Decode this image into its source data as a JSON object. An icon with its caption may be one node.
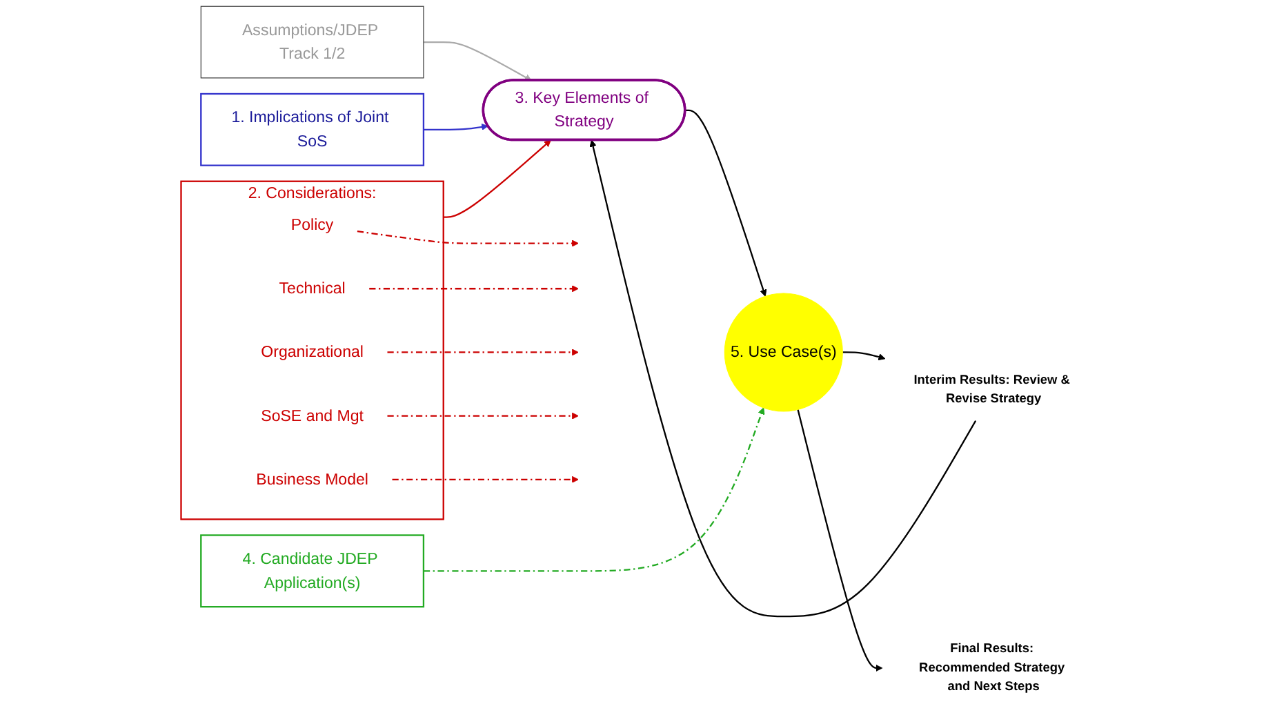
{
  "diagram": {
    "nodes": [
      {
        "text": [
          "Assumptions/JDEP Track 1/2"
        ]
      },
      {
        "text": [
          "1. Implications of Joint SoS"
        ]
      },
      {
        "text": [
          "3. Key Elements of Strategy"
        ]
      },
      {
        "text": [
          "2. Considerations:"
        ]
      },
      {
        "text": [
          "Policy"
        ],
        "in": 3
      },
      {
        "text": [
          "Technical"
        ],
        "in": 3
      },
      {
        "text": [
          "Organizational"
        ],
        "in": 3
      },
      {
        "text": [
          "SoSE and Mgt"
        ],
        "in": 3
      },
      {
        "text": [
          "Business Model"
        ],
        "in": 3
      },
      {
        "text": [
          "5. Use Case(s)"
        ]
      },
      {
        "text": [
          "Interim Results: Review & Revise Strategy"
        ]
      },
      {
        "text": [
          "4. Candidate JDEP Application(s)"
        ]
      },
      {
        "text": [
          "Final Results: Recommended Strategy and Next Steps"
        ]
      }
    ],
    "edges": [
      {
        "from": 0,
        "to": 2,
        "arrow": "to",
        "color": "#aaaaaa"
      },
      {
        "from": 1,
        "to": 2,
        "arrow": "to",
        "color": "#3333cc"
      },
      {
        "from": 3,
        "to": 2,
        "arrow": "to",
        "color": "#cc0000"
      },
      {
        "from": 2,
        "to": 9,
        "arrow": "to",
        "color": "#000000"
      },
      {
        "from": 4,
        "to": null,
        "arrow": "to",
        "style": "dashed",
        "color": "#cc0000"
      },
      {
        "from": 5,
        "to": null,
        "arrow": "to",
        "style": "dashed",
        "color": "#cc0000"
      },
      {
        "from": 6,
        "to": null,
        "arrow": "to",
        "style": "dashed",
        "color": "#cc0000"
      },
      {
        "from": 7,
        "to": null,
        "arrow": "to",
        "style": "dashed",
        "color": "#cc0000"
      },
      {
        "from": 8,
        "to": null,
        "arrow": "to",
        "style": "dashed",
        "color": "#cc0000"
      },
      {
        "from": 11,
        "to": 9,
        "arrow": "to",
        "style": "dashed",
        "color": "#22aa22"
      },
      {
        "from": 9,
        "to": 10,
        "arrow": "to",
        "color": "#000000"
      },
      {
        "from": 10,
        "to": 2,
        "arrow": "to",
        "color": "#000000"
      },
      {
        "from": 9,
        "to": 12,
        "arrow": "to",
        "color": "#000000"
      }
    ]
  }
}
